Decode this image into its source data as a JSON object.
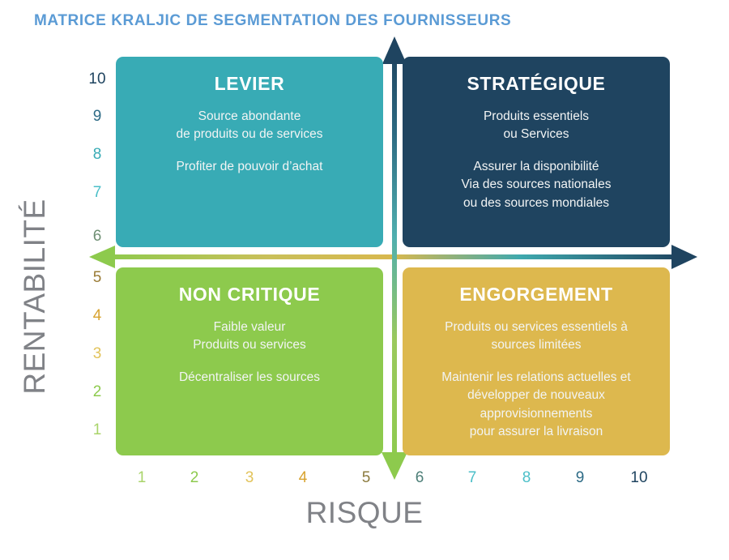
{
  "title": "MATRICE KRALJIC DE SEGMENTATION DES FOURNISSEURS",
  "axes": {
    "y_title": "RENTABILITÉ",
    "x_title": "RISQUE",
    "y_ticks": [
      {
        "label": "10",
        "color": "#1F4460"
      },
      {
        "label": "9",
        "color": "#2D6B86"
      },
      {
        "label": "8",
        "color": "#38ABB5"
      },
      {
        "label": "7",
        "color": "#4BBFC8"
      },
      {
        "label": "6",
        "color": "#6E8F73"
      },
      {
        "label": "5",
        "color": "#9A7B35"
      },
      {
        "label": "4",
        "color": "#D8A32F"
      },
      {
        "label": "3",
        "color": "#E2C35A"
      },
      {
        "label": "2",
        "color": "#8DCA4D"
      },
      {
        "label": "1",
        "color": "#A9D46A"
      }
    ],
    "x_ticks": [
      {
        "label": "1",
        "color": "#A9D46A"
      },
      {
        "label": "2",
        "color": "#8DCA4D"
      },
      {
        "label": "3",
        "color": "#E2C35A"
      },
      {
        "label": "4",
        "color": "#D8A32F"
      },
      {
        "label": "5",
        "color": "#8C7B3F"
      },
      {
        "label": "6",
        "color": "#4D7F78"
      },
      {
        "label": "7",
        "color": "#4BBFC8"
      },
      {
        "label": "8",
        "color": "#4BBFC8"
      },
      {
        "label": "9",
        "color": "#2D6B86"
      },
      {
        "label": "10",
        "color": "#1F4460"
      }
    ]
  },
  "quadrants": {
    "levier": {
      "title": "LEVIER",
      "lines": [
        "Source abondante\nde produits ou de services",
        "Profiter de pouvoir d’achat"
      ],
      "color": "#38ABB5"
    },
    "strategique": {
      "title": "STRATÉGIQUE",
      "lines": [
        "Produits essentiels\nou Services",
        "Assurer la disponibilité\nVia des sources nationales\nou des sources mondiales"
      ],
      "color": "#1F4460"
    },
    "non_critique": {
      "title": "NON CRITIQUE",
      "lines": [
        "Faible valeur\nProduits ou services",
        "Décentraliser les sources"
      ],
      "color": "#8DCA4D"
    },
    "engorgement": {
      "title": "ENGORGEMENT",
      "lines": [
        "Produits ou services essentiels à\nsources limitées",
        "Maintenir les relations actuelles et\ndévelopper de nouveaux\napprovisionnements\npour assurer la livraison"
      ],
      "color": "#DDB84E"
    }
  },
  "palette": {
    "title_blue": "#5B9BD5",
    "axis_gray": "#808287",
    "teal": "#38ABB5",
    "navy": "#1F4460",
    "green": "#8DCA4D",
    "gold": "#DDB84E"
  }
}
